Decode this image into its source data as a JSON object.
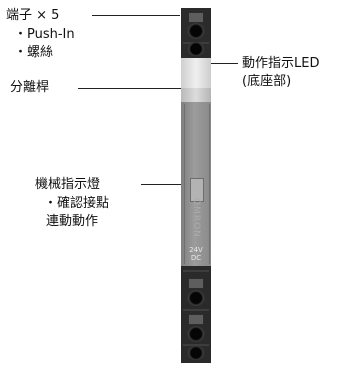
{
  "labels": {
    "terminal_title": "端子 × 5",
    "terminal_sub1": "・Push-In",
    "terminal_sub2": "・螺絲",
    "separator": "分離桿",
    "led_line1": "動作指示LED",
    "led_line2": "(底座部)",
    "mech_title": "機械指示燈",
    "mech_sub1": "・確認接點",
    "mech_sub2": "連動動作"
  },
  "relay": {
    "brand": "OMRON",
    "voltage_line1": "24V",
    "voltage_line2": "DC"
  },
  "colors": {
    "terminal_block": "#2b2b2b",
    "separator_lever": "#d6d6d6",
    "housing": "#8e8e8e",
    "mech_indicator": "#a9a9a9"
  }
}
